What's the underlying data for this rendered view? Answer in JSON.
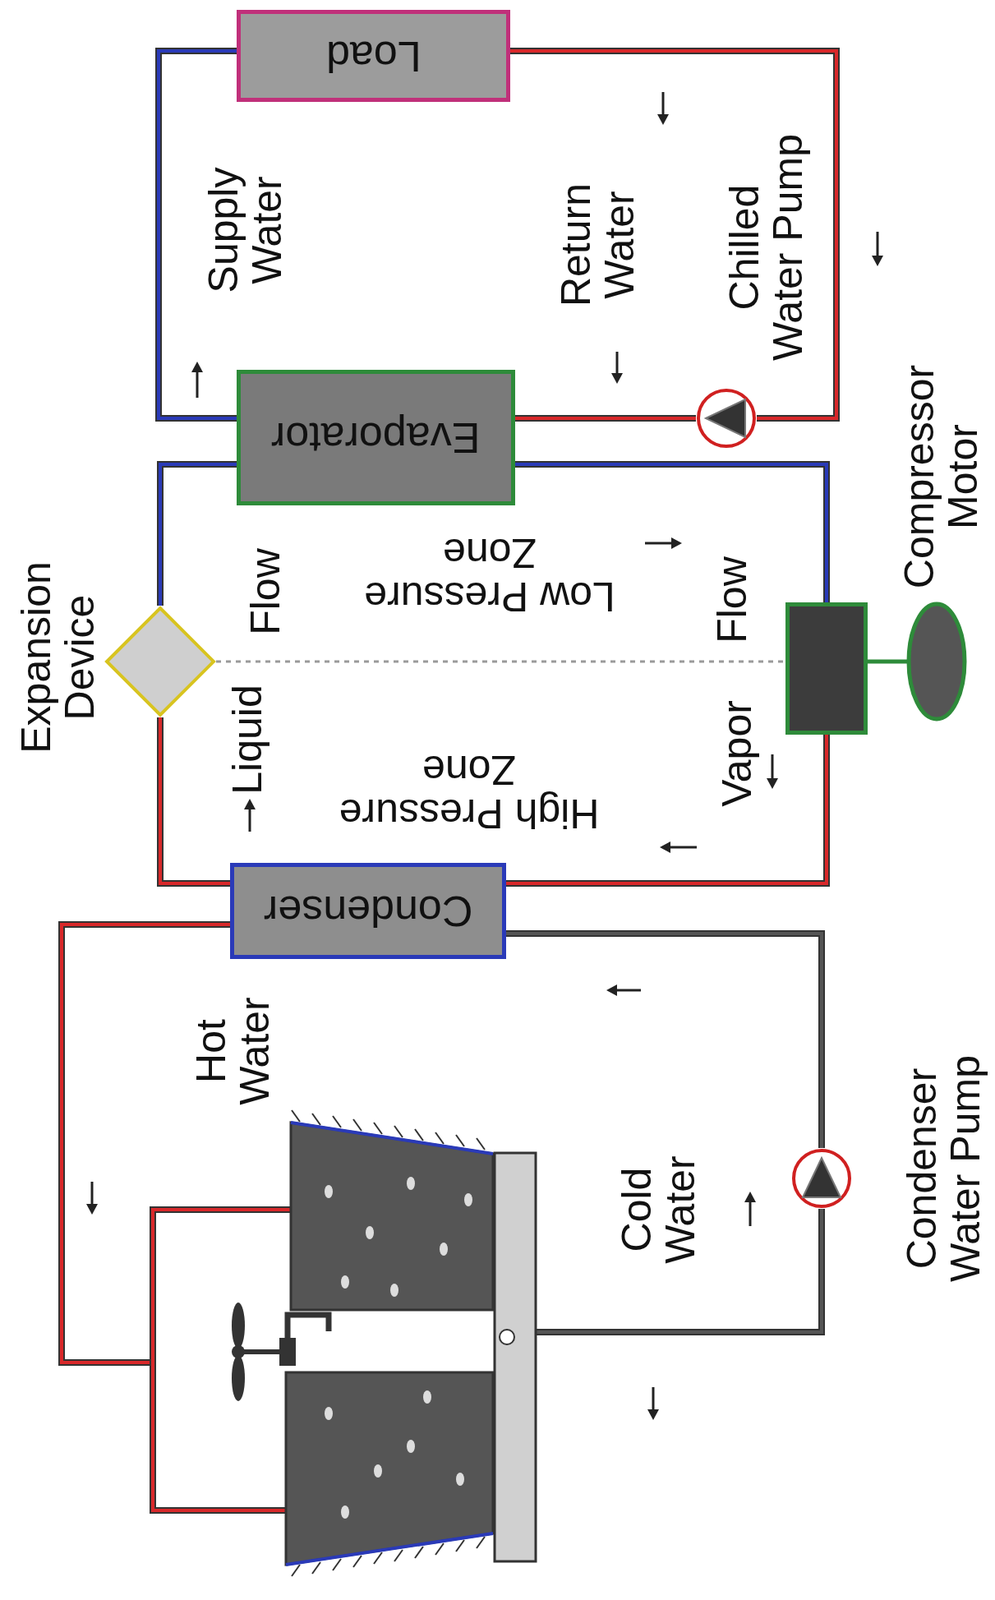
{
  "diagram": {
    "nodes": [
      {
        "text": [
          "Load"
        ]
      },
      {
        "text": [
          "Evaporator"
        ]
      },
      {
        "text": [
          "Chilled Water Pump"
        ]
      },
      {
        "text": [
          "Expansion Device"
        ]
      },
      {
        "text": [
          "Compressor Motor"
        ]
      },
      {
        "text": [
          "Condenser"
        ]
      },
      {
        "text": [
          "Condenser Water Pump"
        ]
      }
    ],
    "edges": [
      {
        "from": 1,
        "to": 0,
        "arrow": "none"
      },
      {
        "from": 0,
        "to": 2,
        "arrow": "none"
      },
      {
        "from": 2,
        "to": 1,
        "arrow": "none"
      },
      {
        "from": 3,
        "to": 1,
        "arrow": "none"
      },
      {
        "from": 1,
        "to": 4,
        "arrow": "none"
      },
      {
        "from": 4,
        "to": 5,
        "arrow": "none"
      },
      {
        "from": 5,
        "to": 3,
        "arrow": "none"
      },
      {
        "from": 6,
        "to": 5,
        "arrow": "none"
      }
    ],
    "labels": [
      "Supply Water",
      "Return Water",
      "Low Pressure Zone",
      "Flow",
      "Liquid",
      "Flow",
      "Vapor",
      "High Pressure Zone",
      "Hot Water",
      "Cold Water"
    ]
  }
}
